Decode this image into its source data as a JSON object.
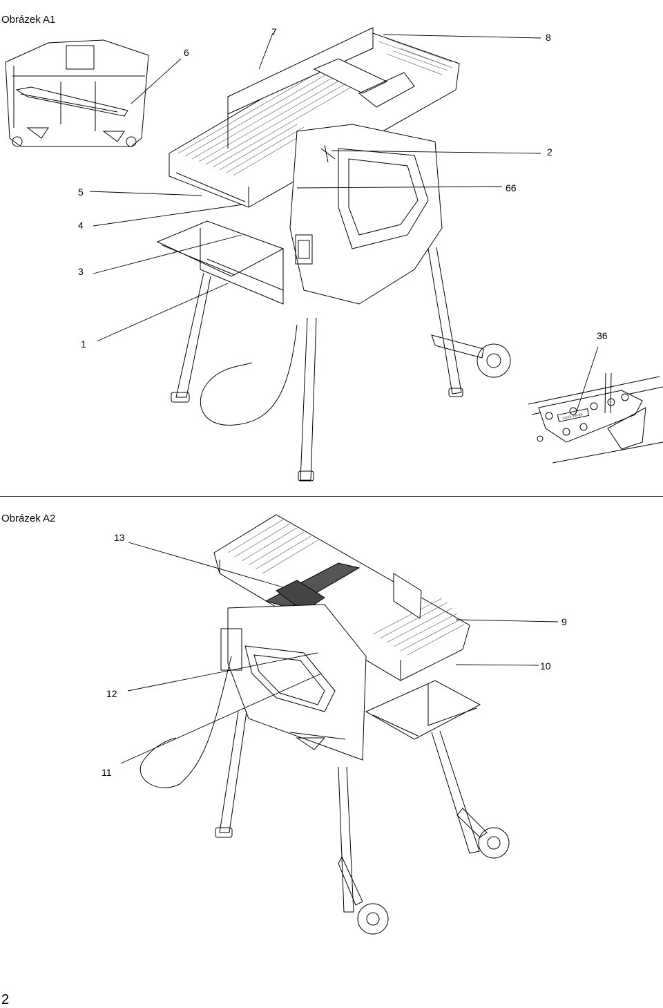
{
  "figure_a1": {
    "title": "Obrázek A1",
    "callouts": [
      "7",
      "6",
      "8",
      "2",
      "5",
      "66",
      "4",
      "3",
      "1",
      "36"
    ],
    "label_plate_text": "XXXX XX-XX"
  },
  "figure_a2": {
    "title": "Obrázek A2",
    "callouts": [
      "13",
      "9",
      "10",
      "12",
      "11"
    ]
  },
  "page_number": "2"
}
